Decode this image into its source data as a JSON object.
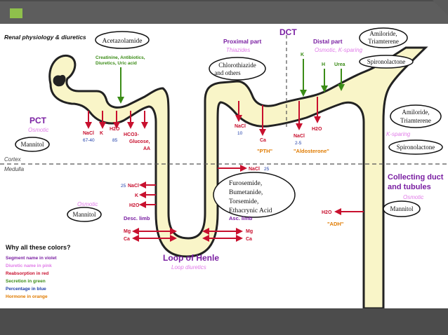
{
  "title": "Renal physiology & diuretics",
  "colors": {
    "violet": "#7a1fa2",
    "pink": "#e07ae8",
    "red": "#c8102e",
    "green": "#3b8c17",
    "blue": "#1a3aa8",
    "orange": "#e07b00",
    "tubule": "#f9f5c8",
    "dark": "#222222"
  },
  "regions": {
    "cortex": "Cortex",
    "medulla": "Medulla",
    "dct": "DCT",
    "pct": "PCT",
    "pct_sub": "Osmotic",
    "proximal_part": "Proximal part",
    "thiazides": "Thiazides",
    "distal_part": "Distal part",
    "distal_sub": "Osmotic, K-sparing",
    "loop": "Loop of Henle",
    "loop_sub": "Loop diuretics",
    "collecting_1": "Collecting duct",
    "collecting_2": "and tubules",
    "collecting_sub": "Osmotic",
    "k_sparing": "K-sparing",
    "osmotic_left": "Osmotic"
  },
  "drugs": {
    "acetazolamide": "Acetazolamide",
    "mannitol_pct": "Mannitol",
    "chlorothiazide_1": "Chlorothiazide",
    "chlorothiazide_2": "and others",
    "amiloride_top_1": "Amiloride,",
    "amiloride_top_2": "Triamterene",
    "spironolactone_top": "Spironolactone",
    "amiloride_right_1": "Amiloride,",
    "amiloride_right_2": "Triamterene",
    "spironolactone_right": "Spironolactone",
    "loop_drugs": [
      "Furosemide,",
      "Bumetanide,",
      "Torsemide,",
      "Ethacrynic Acid"
    ],
    "mannitol_desc": "Mannitol",
    "mannitol_collecting": "Mannitol"
  },
  "labels": {
    "secretion_pct_1": "Creatinine, Antibiotics,",
    "secretion_pct_2": "Diuretics, Uric acid",
    "pct_nacl": "NaCl",
    "pct_nacl_pct": "67-40",
    "pct_k": "K",
    "pct_h2o": "H2O",
    "pct_h2o_pct": "85",
    "pct_hco3": "HCO3-",
    "pct_glucose": "Glucose,",
    "pct_aa": "AA",
    "prox_nacl": "NaCl",
    "prox_nacl_pct": "10",
    "prox_ca": "Ca",
    "pth": "\"PTH\"",
    "dist_nacl": "NaCl",
    "dist_nacl_pct": "2-5",
    "dist_h2o": "H2O",
    "aldosterone": "\"Aldosterone\"",
    "sec_k": "K",
    "sec_h": "H",
    "sec_urea": "Urea",
    "desc_pct": "25",
    "desc_nacl": "NaCl",
    "desc_k": "K",
    "desc_h2o": "H2O",
    "desc_limb": "Desc. limb",
    "desc_mg": "Mg",
    "desc_ca": "Ca",
    "asc_nacl": "NaCl",
    "asc_pct": "25",
    "asc_limb": "Asc. limb",
    "asc_mg": "Mg",
    "asc_ca": "Ca",
    "cd_h2o": "H2O",
    "adh": "\"ADH\""
  },
  "legend": {
    "heading": "Why all these colors?",
    "items": [
      {
        "text": "Segment name in violet",
        "color": "#7a1fa2"
      },
      {
        "text": "Diuretic name in pink",
        "color": "#e07ae8"
      },
      {
        "text": "Reabsorption in red",
        "color": "#c8102e"
      },
      {
        "text": "Secretion in green",
        "color": "#3b8c17"
      },
      {
        "text": "Percentage in blue",
        "color": "#1a3aa8"
      },
      {
        "text": "Hormone in orange",
        "color": "#e07b00"
      }
    ]
  }
}
